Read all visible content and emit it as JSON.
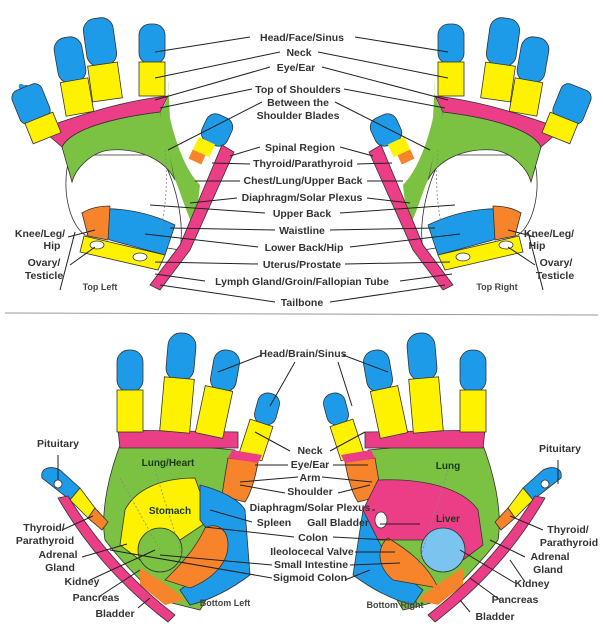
{
  "colors": {
    "blue": "#1e9be8",
    "yellow": "#fff200",
    "pink": "#ec3e86",
    "green": "#7cc242",
    "orange": "#f7842a",
    "light_blue": "#7cc4f0",
    "background": "#ffffff"
  },
  "top_panel": {
    "left_caption": "Top Left",
    "right_caption": "Top Right",
    "center_labels": [
      "Head/Face/Sinus",
      "Neck",
      "Eye/Ear",
      "Top of Shoulders",
      "Between the",
      "Shoulder Blades",
      "Spinal Region",
      "Thyroid/Parathyroid",
      "Chest/Lung/Upper Back",
      "Diaphragm/Solar Plexus",
      "Upper Back",
      "Waistline",
      "Lower Back/Hip",
      "Uterus/Prostate",
      "Lymph Gland/Groin/Fallopian Tube",
      "Tailbone"
    ],
    "side_labels": {
      "knee_1": "Knee/Leg/",
      "knee_2": "Hip",
      "ovary_1": "Ovary/",
      "ovary_2": "Testicle"
    }
  },
  "bottom_panel": {
    "left_caption": "Bottom Left",
    "right_caption": "Bottom Right",
    "center_labels": [
      "Head/Brain/Sinus",
      "Neck",
      "Eye/Ear",
      "Arm",
      "Shoulder",
      "Diaphragm/Solar Plexus",
      "Spleen",
      "Gall Bladder",
      "Colon",
      "Ileolocecal Valve",
      "Small Intestine",
      "Sigmoid Colon"
    ],
    "side_labels": {
      "pituitary": "Pituitary",
      "thyroid_1": "Thyroid/",
      "thyroid_2": "Parathyroid",
      "adrenal_1": "Adrenal",
      "adrenal_2": "Gland",
      "kidney": "Kidney",
      "pancreas": "Pancreas",
      "bladder": "Bladder"
    },
    "zone_labels": {
      "lung_heart": "Lung/Heart",
      "stomach": "Stomach",
      "lung": "Lung",
      "liver": "Liver"
    }
  }
}
